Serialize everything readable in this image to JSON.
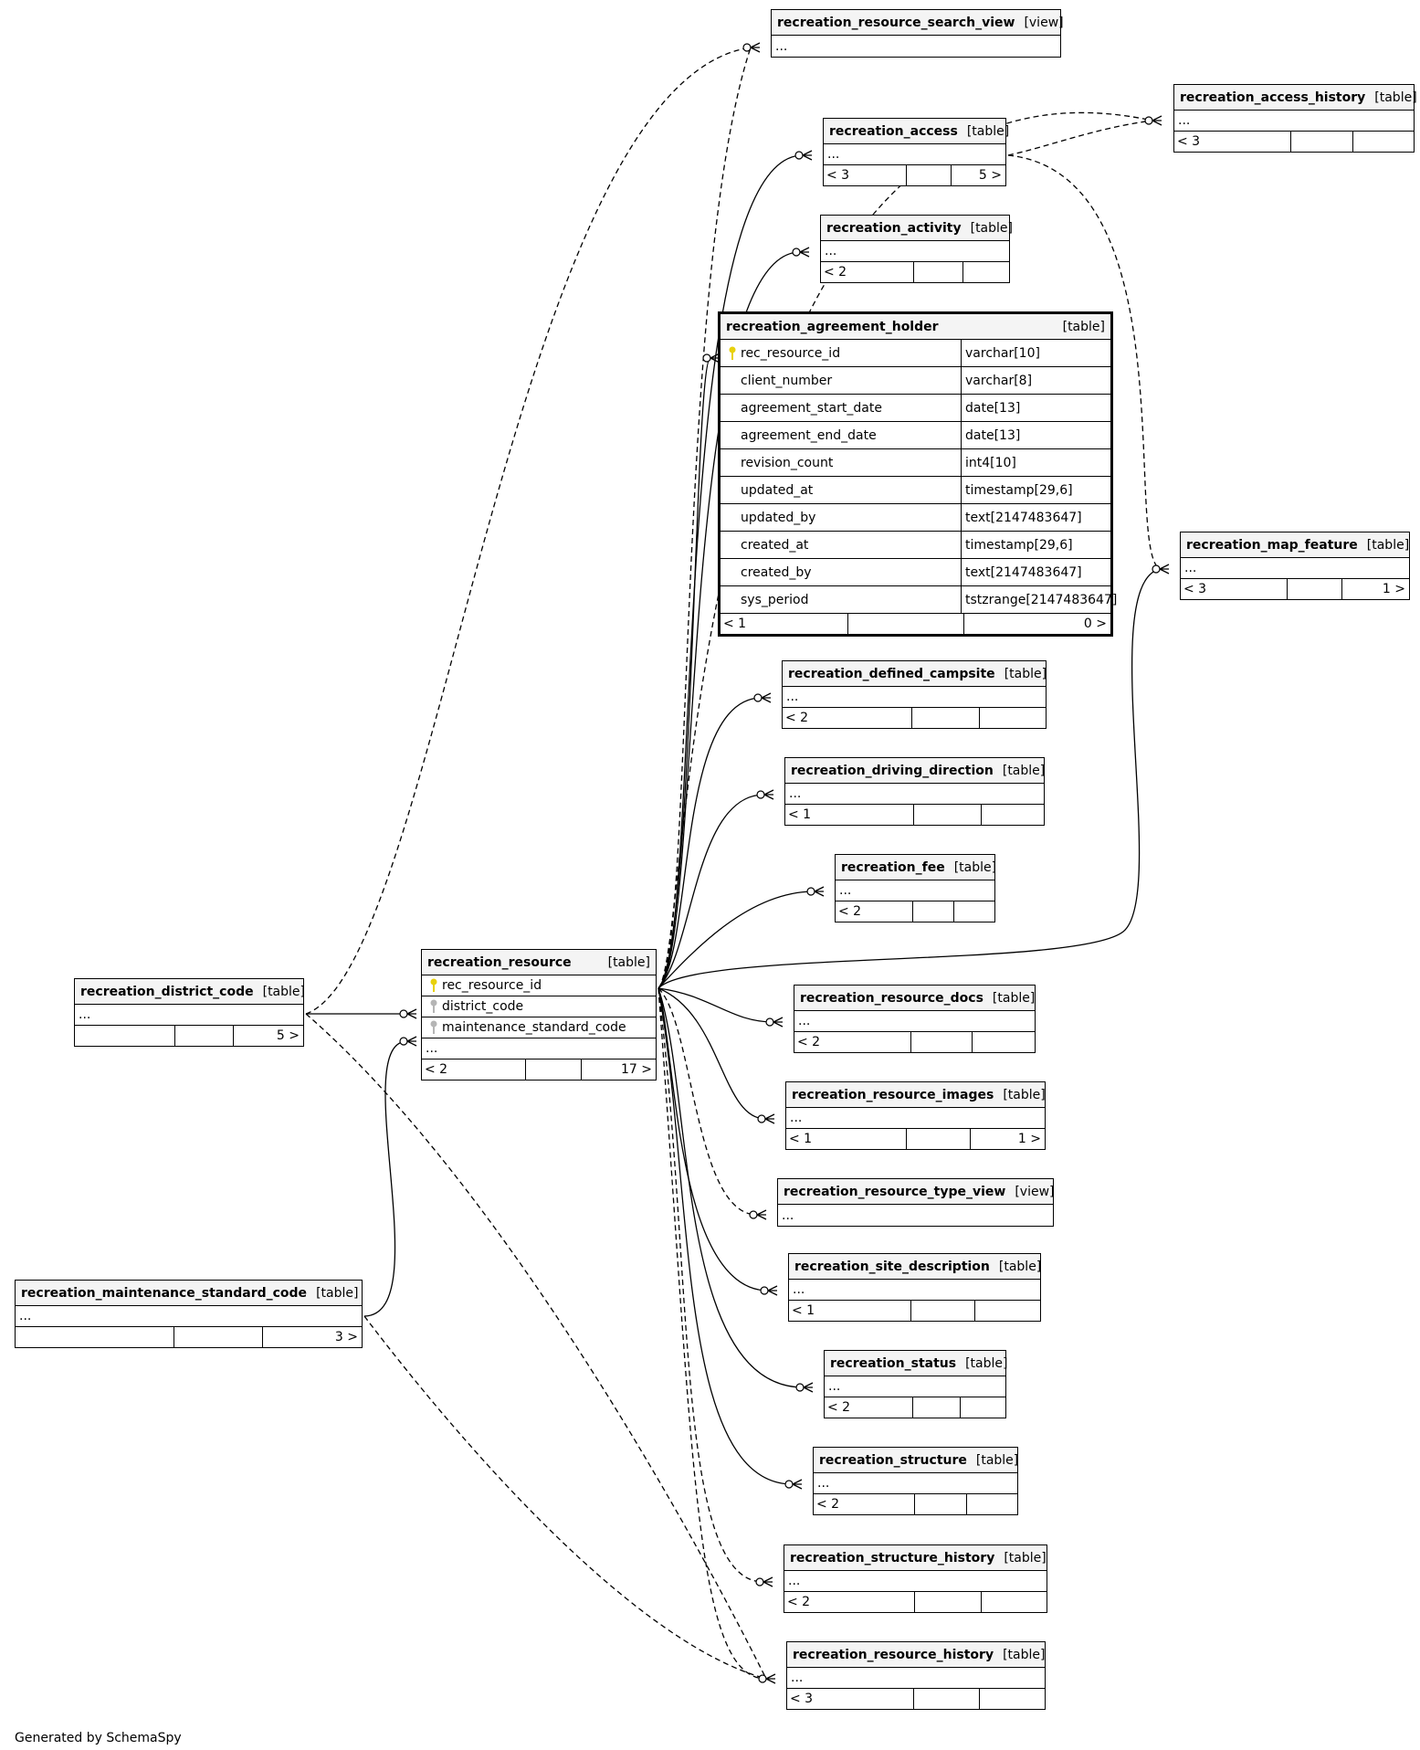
{
  "footer_text": "Generated by SchemaSpy",
  "tables": [
    {
      "id": "search_view",
      "name": "recreation_resource_search_view",
      "kind": "[view]",
      "rows": [
        "..."
      ],
      "foot": null
    },
    {
      "id": "access_history",
      "name": "recreation_access_history",
      "kind": "[table]",
      "rows": [
        "..."
      ],
      "foot": [
        "< 3",
        "",
        ""
      ]
    },
    {
      "id": "access",
      "name": "recreation_access",
      "kind": "[table]",
      "rows": [
        "..."
      ],
      "foot": [
        "< 3",
        "",
        "5 >"
      ]
    },
    {
      "id": "activity",
      "name": "recreation_activity",
      "kind": "[table]",
      "rows": [
        "..."
      ],
      "foot": [
        "< 2",
        "",
        ""
      ]
    },
    {
      "id": "agreement_holder",
      "name": "recreation_agreement_holder",
      "kind": "[table]",
      "main": true,
      "columns": [
        {
          "name": "rec_resource_id",
          "type": "varchar[10]",
          "key": "pk"
        },
        {
          "name": "client_number",
          "type": "varchar[8]"
        },
        {
          "name": "agreement_start_date",
          "type": "date[13]"
        },
        {
          "name": "agreement_end_date",
          "type": "date[13]"
        },
        {
          "name": "revision_count",
          "type": "int4[10]"
        },
        {
          "name": "updated_at",
          "type": "timestamp[29,6]"
        },
        {
          "name": "updated_by",
          "type": "text[2147483647]"
        },
        {
          "name": "created_at",
          "type": "timestamp[29,6]"
        },
        {
          "name": "created_by",
          "type": "text[2147483647]"
        },
        {
          "name": "sys_period",
          "type": "tstzrange[2147483647]"
        }
      ],
      "foot": [
        "< 1",
        "",
        "0 >"
      ]
    },
    {
      "id": "map_feature",
      "name": "recreation_map_feature",
      "kind": "[table]",
      "rows": [
        "..."
      ],
      "foot": [
        "< 3",
        "",
        "1 >"
      ]
    },
    {
      "id": "defined_campsite",
      "name": "recreation_defined_campsite",
      "kind": "[table]",
      "rows": [
        "..."
      ],
      "foot": [
        "< 2",
        "",
        ""
      ]
    },
    {
      "id": "driving_direction",
      "name": "recreation_driving_direction",
      "kind": "[table]",
      "rows": [
        "..."
      ],
      "foot": [
        "< 1",
        "",
        ""
      ]
    },
    {
      "id": "fee",
      "name": "recreation_fee",
      "kind": "[table]",
      "rows": [
        "..."
      ],
      "foot": [
        "< 2",
        "",
        ""
      ]
    },
    {
      "id": "resource",
      "name": "recreation_resource",
      "kind": "[table]",
      "columns": [
        {
          "name": "rec_resource_id",
          "key": "pk"
        },
        {
          "name": "district_code",
          "key": "fk"
        },
        {
          "name": "maintenance_standard_code",
          "key": "fk"
        }
      ],
      "rows": [
        "..."
      ],
      "foot": [
        "< 2",
        "",
        "17 >"
      ]
    },
    {
      "id": "district_code",
      "name": "recreation_district_code",
      "kind": "[table]",
      "rows": [
        "..."
      ],
      "foot": [
        "",
        "",
        "5 >"
      ]
    },
    {
      "id": "resource_docs",
      "name": "recreation_resource_docs",
      "kind": "[table]",
      "rows": [
        "..."
      ],
      "foot": [
        "< 2",
        "",
        ""
      ]
    },
    {
      "id": "resource_images",
      "name": "recreation_resource_images",
      "kind": "[table]",
      "rows": [
        "..."
      ],
      "foot": [
        "< 1",
        "",
        "1 >"
      ]
    },
    {
      "id": "resource_type_view",
      "name": "recreation_resource_type_view",
      "kind": "[view]",
      "rows": [
        "..."
      ],
      "foot": null
    },
    {
      "id": "site_description",
      "name": "recreation_site_description",
      "kind": "[table]",
      "rows": [
        "..."
      ],
      "foot": [
        "< 1",
        "",
        ""
      ]
    },
    {
      "id": "maint_std_code",
      "name": "recreation_maintenance_standard_code",
      "kind": "[table]",
      "rows": [
        "..."
      ],
      "foot": [
        "",
        "",
        "3 >"
      ]
    },
    {
      "id": "status",
      "name": "recreation_status",
      "kind": "[table]",
      "rows": [
        "..."
      ],
      "foot": [
        "< 2",
        "",
        ""
      ]
    },
    {
      "id": "structure",
      "name": "recreation_structure",
      "kind": "[table]",
      "rows": [
        "..."
      ],
      "foot": [
        "< 2",
        "",
        ""
      ]
    },
    {
      "id": "structure_history",
      "name": "recreation_structure_history",
      "kind": "[table]",
      "rows": [
        "..."
      ],
      "foot": [
        "< 2",
        "",
        ""
      ]
    },
    {
      "id": "resource_history",
      "name": "recreation_resource_history",
      "kind": "[table]",
      "rows": [
        "..."
      ],
      "foot": [
        "< 3",
        "",
        ""
      ]
    }
  ],
  "relationships": [
    {
      "from": "resource",
      "to": "search_view",
      "style": "dashed"
    },
    {
      "from": "district_code",
      "to": "search_view",
      "style": "dashed"
    },
    {
      "from": "access",
      "to": "access_history",
      "style": "dashed"
    },
    {
      "from": "resource",
      "to": "access_history",
      "style": "dashed"
    },
    {
      "from": "resource",
      "to": "access",
      "style": "solid"
    },
    {
      "from": "resource",
      "to": "activity",
      "style": "solid"
    },
    {
      "from": "resource",
      "to": "agreement_holder",
      "style": "solid"
    },
    {
      "from": "access",
      "to": "map_feature",
      "style": "dashed"
    },
    {
      "from": "resource",
      "to": "map_feature",
      "style": "solid"
    },
    {
      "from": "resource",
      "to": "defined_campsite",
      "style": "solid"
    },
    {
      "from": "resource",
      "to": "driving_direction",
      "style": "solid"
    },
    {
      "from": "resource",
      "to": "fee",
      "style": "solid"
    },
    {
      "from": "district_code",
      "to": "resource",
      "style": "solid"
    },
    {
      "from": "maint_std_code",
      "to": "resource",
      "style": "solid"
    },
    {
      "from": "resource",
      "to": "resource_docs",
      "style": "solid"
    },
    {
      "from": "resource",
      "to": "resource_images",
      "style": "solid"
    },
    {
      "from": "resource",
      "to": "resource_type_view",
      "style": "dashed"
    },
    {
      "from": "resource",
      "to": "site_description",
      "style": "solid"
    },
    {
      "from": "resource",
      "to": "status",
      "style": "solid"
    },
    {
      "from": "resource",
      "to": "structure",
      "style": "solid"
    },
    {
      "from": "resource",
      "to": "structure_history",
      "style": "dashed"
    },
    {
      "from": "resource",
      "to": "resource_history",
      "style": "dashed"
    },
    {
      "from": "district_code",
      "to": "resource_history",
      "style": "dashed"
    },
    {
      "from": "maint_std_code",
      "to": "resource_history",
      "style": "dashed"
    }
  ]
}
